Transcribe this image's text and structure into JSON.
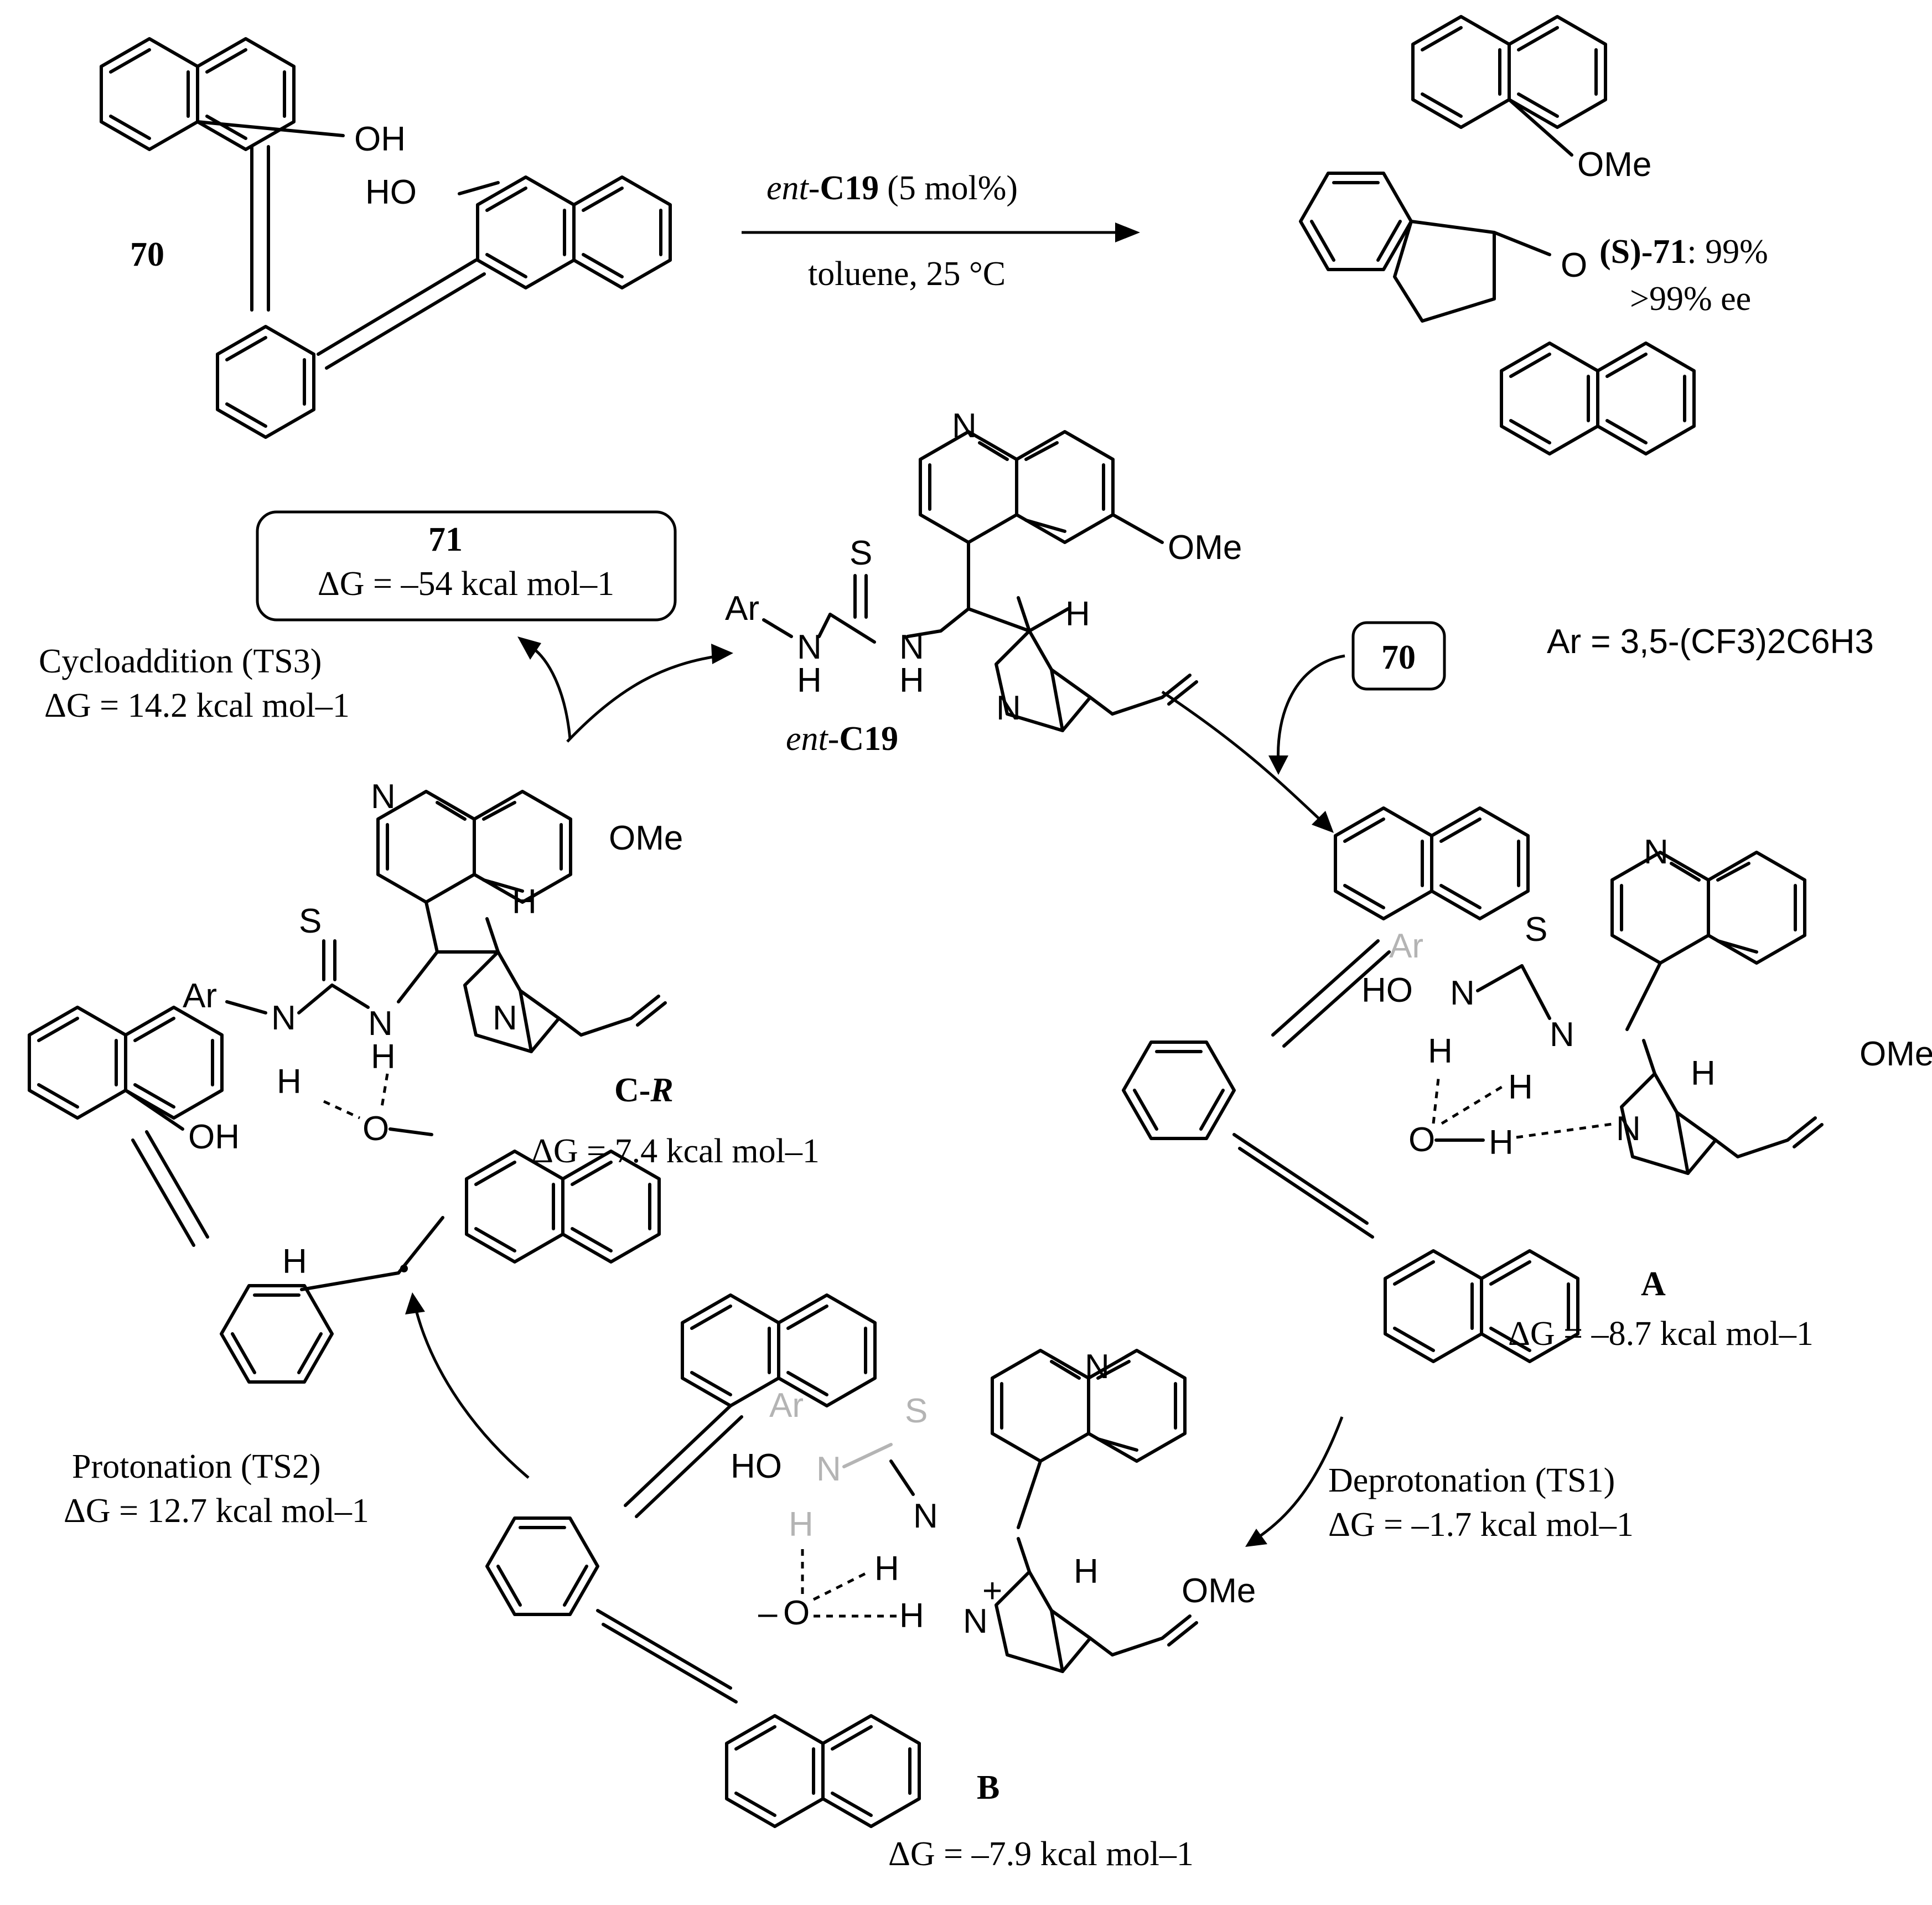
{
  "reaction": {
    "substrate_label": "70",
    "catalyst_prefix": "ent-",
    "catalyst_name": "C19",
    "catalyst_loading": "(5 mol%)",
    "conditions": "toluene, 25 °C",
    "product_label_prefix": "(S)-71",
    "yield": ": 99%",
    "ee": ">99% ee"
  },
  "substituent_note": "Ar = 3,5-(CF3)2C6H3",
  "cycle": {
    "catalyst_label": "ent-C19",
    "entry_box": "70",
    "product_box": {
      "label": "71",
      "energy": "ΔG = –54 kcal mol–1"
    },
    "intermediates": [
      {
        "label": "A",
        "energy": "ΔG = –8.7 kcal mol–1"
      },
      {
        "label": "B",
        "energy": "ΔG = –7.9 kcal mol–1"
      },
      {
        "label": "C-R",
        "energy": "ΔG = 7.4 kcal mol–1"
      }
    ],
    "transition_states": [
      {
        "name": "Deprotonation (TS1)",
        "energy": "ΔG = –1.7 kcal mol–1"
      },
      {
        "name": "Protonation (TS2)",
        "energy": "ΔG = 12.7 kcal mol–1"
      },
      {
        "name": "Cycloaddition (TS3)",
        "energy": "ΔG = 14.2 kcal mol–1"
      }
    ]
  },
  "atoms": {
    "OH": "OH",
    "HO": "HO",
    "OMe": "OMe",
    "O": "O",
    "N": "N",
    "S": "S",
    "H": "H",
    "Ar": "Ar",
    "minus": "–",
    "plus": "+"
  }
}
